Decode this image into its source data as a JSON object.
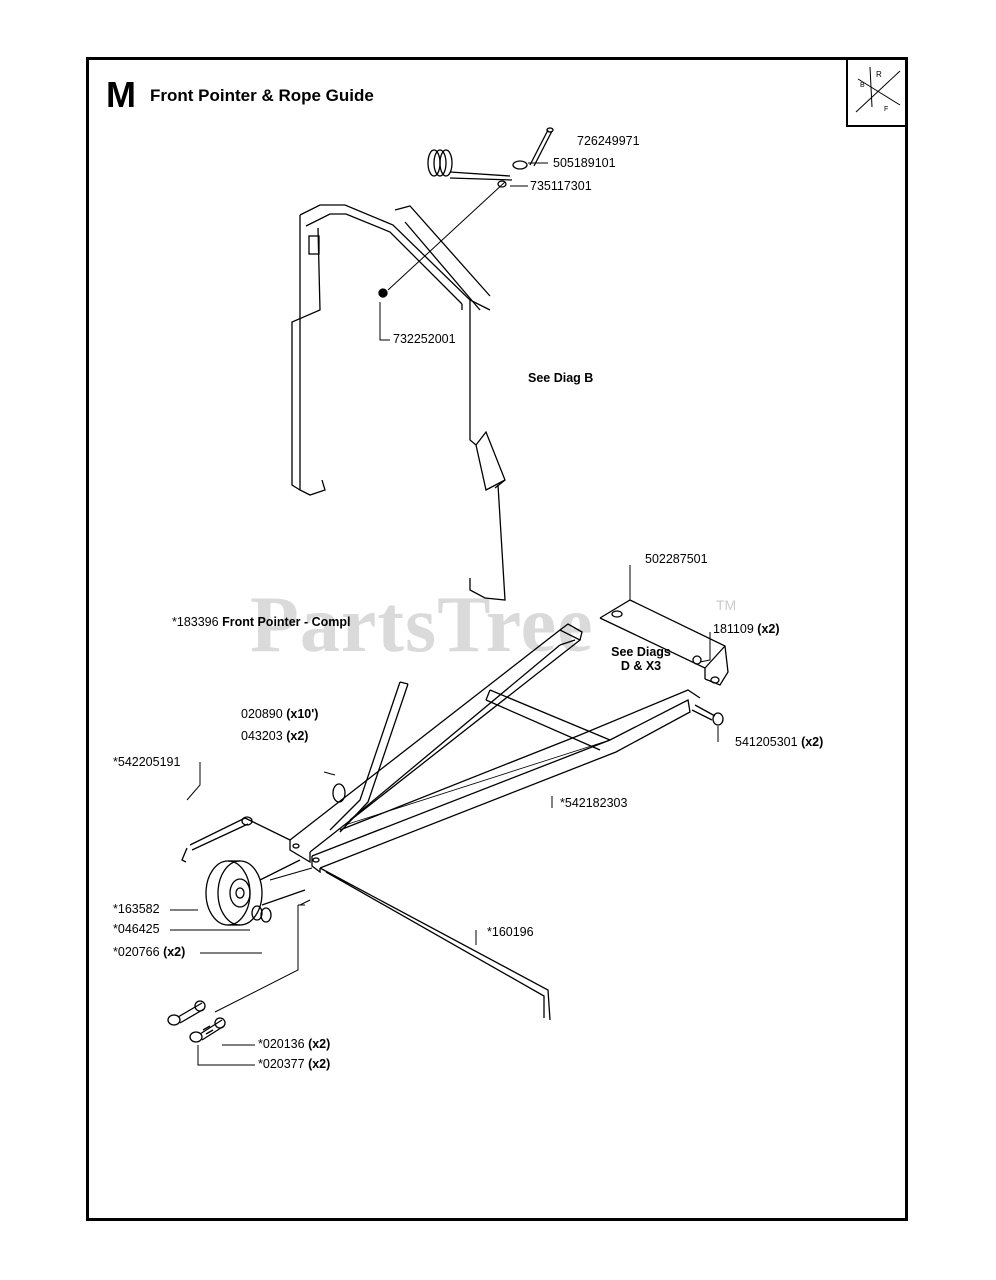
{
  "header": {
    "section_letter": "M",
    "title": "Front Pointer & Rope Guide"
  },
  "watermark": {
    "text": "PartsTree",
    "tm": "TM"
  },
  "notes": {
    "see_diag_b": "See Diag B",
    "see_diags_line1": "See Diags",
    "see_diags_line2": "D & X3",
    "front_pointer_code": "*183396",
    "front_pointer_label": "Front Pointer - Compl"
  },
  "parts": [
    {
      "id": "726249971",
      "qty": ""
    },
    {
      "id": "505189101",
      "qty": ""
    },
    {
      "id": "735117301",
      "qty": ""
    },
    {
      "id": "732252001",
      "qty": ""
    },
    {
      "id": "502287501",
      "qty": ""
    },
    {
      "id": "181109",
      "qty": "(x2)"
    },
    {
      "id": "020890",
      "qty": "(x10')"
    },
    {
      "id": "043203",
      "qty": "(x2)"
    },
    {
      "id": "541205301",
      "qty": "(x2)"
    },
    {
      "id": "*542205191",
      "qty": ""
    },
    {
      "id": "*542182303",
      "qty": ""
    },
    {
      "id": "*163582",
      "qty": ""
    },
    {
      "id": "*046425",
      "qty": ""
    },
    {
      "id": "*020766",
      "qty": "(x2)"
    },
    {
      "id": "*160196",
      "qty": ""
    },
    {
      "id": "*020136",
      "qty": "(x2)"
    },
    {
      "id": "*020377",
      "qty": "(x2)"
    }
  ]
}
